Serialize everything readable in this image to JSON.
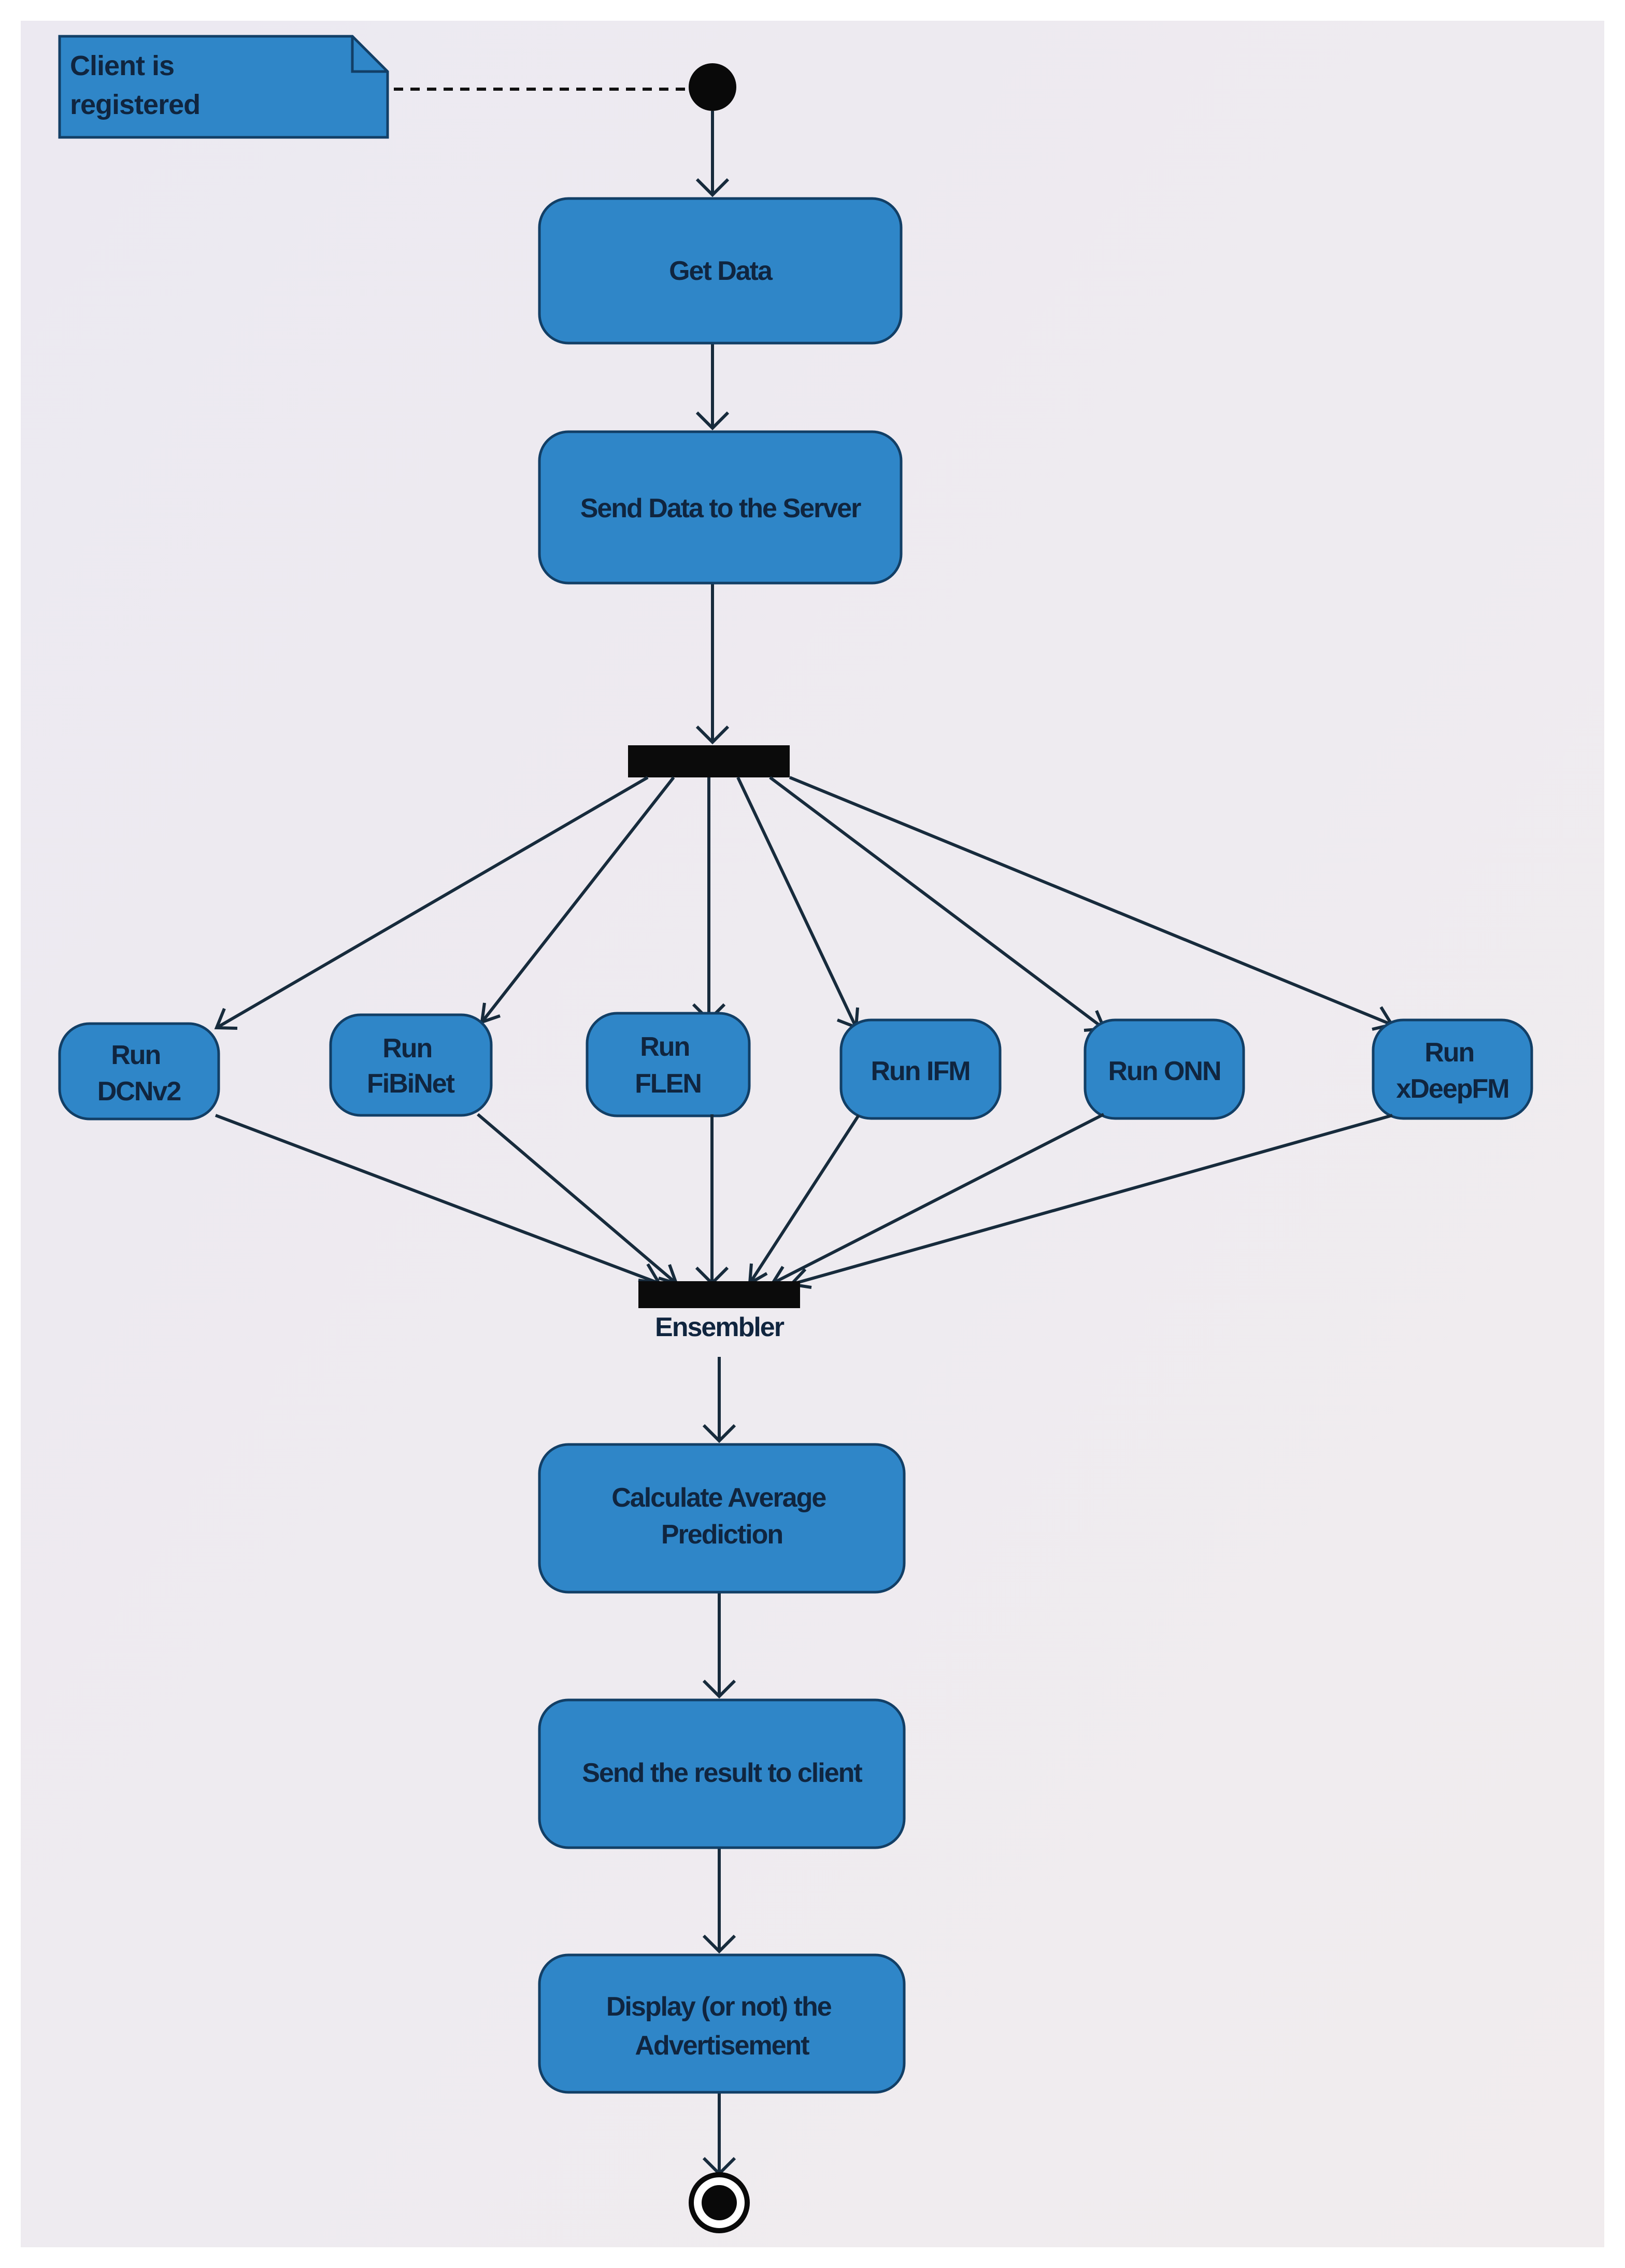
{
  "diagram": {
    "note": {
      "lines": [
        "Client is",
        "registered"
      ]
    },
    "activities": {
      "get_data": [
        "Get Data"
      ],
      "send_data": [
        "Send Data to the Server"
      ],
      "run_dcnv2": [
        "Run",
        "DCNv2"
      ],
      "run_fibinet": [
        "Run",
        "FiBiNet"
      ],
      "run_flen": [
        "Run",
        "FLEN"
      ],
      "run_ifm": [
        "Run IFM"
      ],
      "run_onn": [
        "Run ONN"
      ],
      "run_xdeepfm": [
        "Run",
        "xDeepFM"
      ],
      "calc_avg": [
        "Calculate Average",
        "Prediction"
      ],
      "send_result": [
        "Send the result to client"
      ],
      "display_ad": [
        "Display (or not) the",
        "Advertisement"
      ]
    },
    "join_label": "Ensembler"
  },
  "colors": {
    "page_background": "#ece9f0",
    "activity_fill": "#2f86c8",
    "activity_border": "#123f66",
    "bar_fill": "#0b0b0b",
    "edge_color": "#172b3c"
  }
}
